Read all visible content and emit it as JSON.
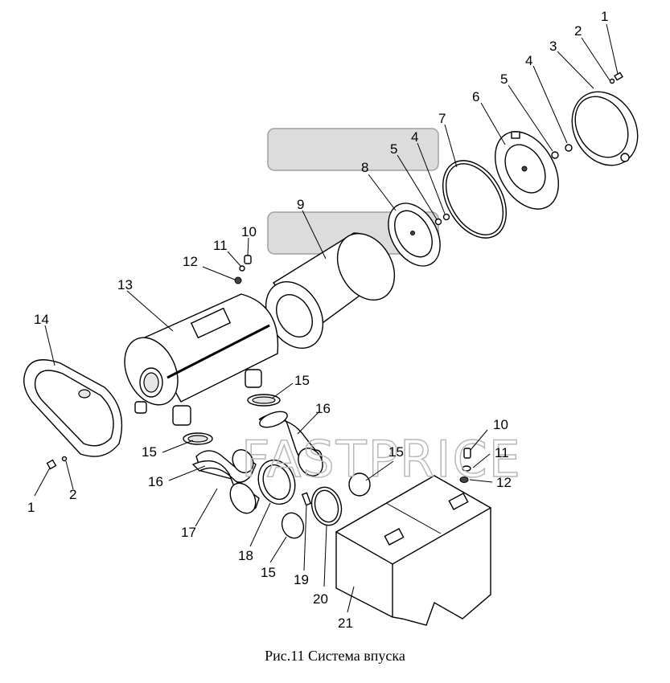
{
  "caption": "Рис.11  Система впуска",
  "watermark": "FASTPRICE",
  "callouts": [
    {
      "id": "c1a",
      "text": "1"
    },
    {
      "id": "c2a",
      "text": "2"
    },
    {
      "id": "c3",
      "text": "3"
    },
    {
      "id": "c4a",
      "text": "4"
    },
    {
      "id": "c5a",
      "text": "5"
    },
    {
      "id": "c6",
      "text": "6"
    },
    {
      "id": "c7",
      "text": "7"
    },
    {
      "id": "c4b",
      "text": "4"
    },
    {
      "id": "c5b",
      "text": "5"
    },
    {
      "id": "c8",
      "text": "8"
    },
    {
      "id": "c9",
      "text": "9"
    },
    {
      "id": "c10a",
      "text": "10"
    },
    {
      "id": "c11a",
      "text": "11"
    },
    {
      "id": "c12a",
      "text": "12"
    },
    {
      "id": "c13",
      "text": "13"
    },
    {
      "id": "c14",
      "text": "14"
    },
    {
      "id": "c15a",
      "text": "15"
    },
    {
      "id": "c16a",
      "text": "16"
    },
    {
      "id": "c15b",
      "text": "15"
    },
    {
      "id": "c16b",
      "text": "16"
    },
    {
      "id": "c1b",
      "text": "1"
    },
    {
      "id": "c2b",
      "text": "2"
    },
    {
      "id": "c17",
      "text": "17"
    },
    {
      "id": "c18",
      "text": "18"
    },
    {
      "id": "c15c",
      "text": "15"
    },
    {
      "id": "c19",
      "text": "19"
    },
    {
      "id": "c20",
      "text": "20"
    },
    {
      "id": "c21",
      "text": "21"
    },
    {
      "id": "c15d",
      "text": "15"
    },
    {
      "id": "c10b",
      "text": "10"
    },
    {
      "id": "c11b",
      "text": "11"
    },
    {
      "id": "c12b",
      "text": "12"
    }
  ]
}
